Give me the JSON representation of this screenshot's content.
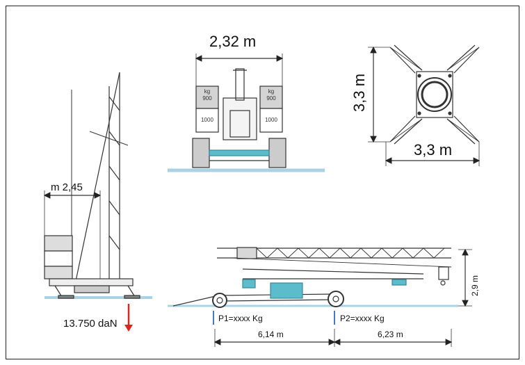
{
  "figure": {
    "top_view_width": "2,32 m",
    "plan_height": "3,3 m",
    "plan_width": "3,3 m",
    "front_offset": "m 2,45",
    "front_load": "13.750 daN",
    "transport_height": "2,9 m",
    "axle1_load": "P1=xxxx Kg",
    "axle2_load": "P2=xxxx Kg",
    "span1": "6,14 m",
    "span2": "6,23 m",
    "ballast_left_unit": "kg",
    "ballast_left_top": "900",
    "ballast_left_bottom": "1000",
    "ballast_right_unit": "kg",
    "ballast_right_top": "900",
    "ballast_right_bottom": "1000"
  },
  "colors": {
    "ground": "#a9d3e3",
    "load_arrow": "#d9271e",
    "axle_marker": "#4a78c8",
    "accent_cyan": "#5bbccc"
  }
}
